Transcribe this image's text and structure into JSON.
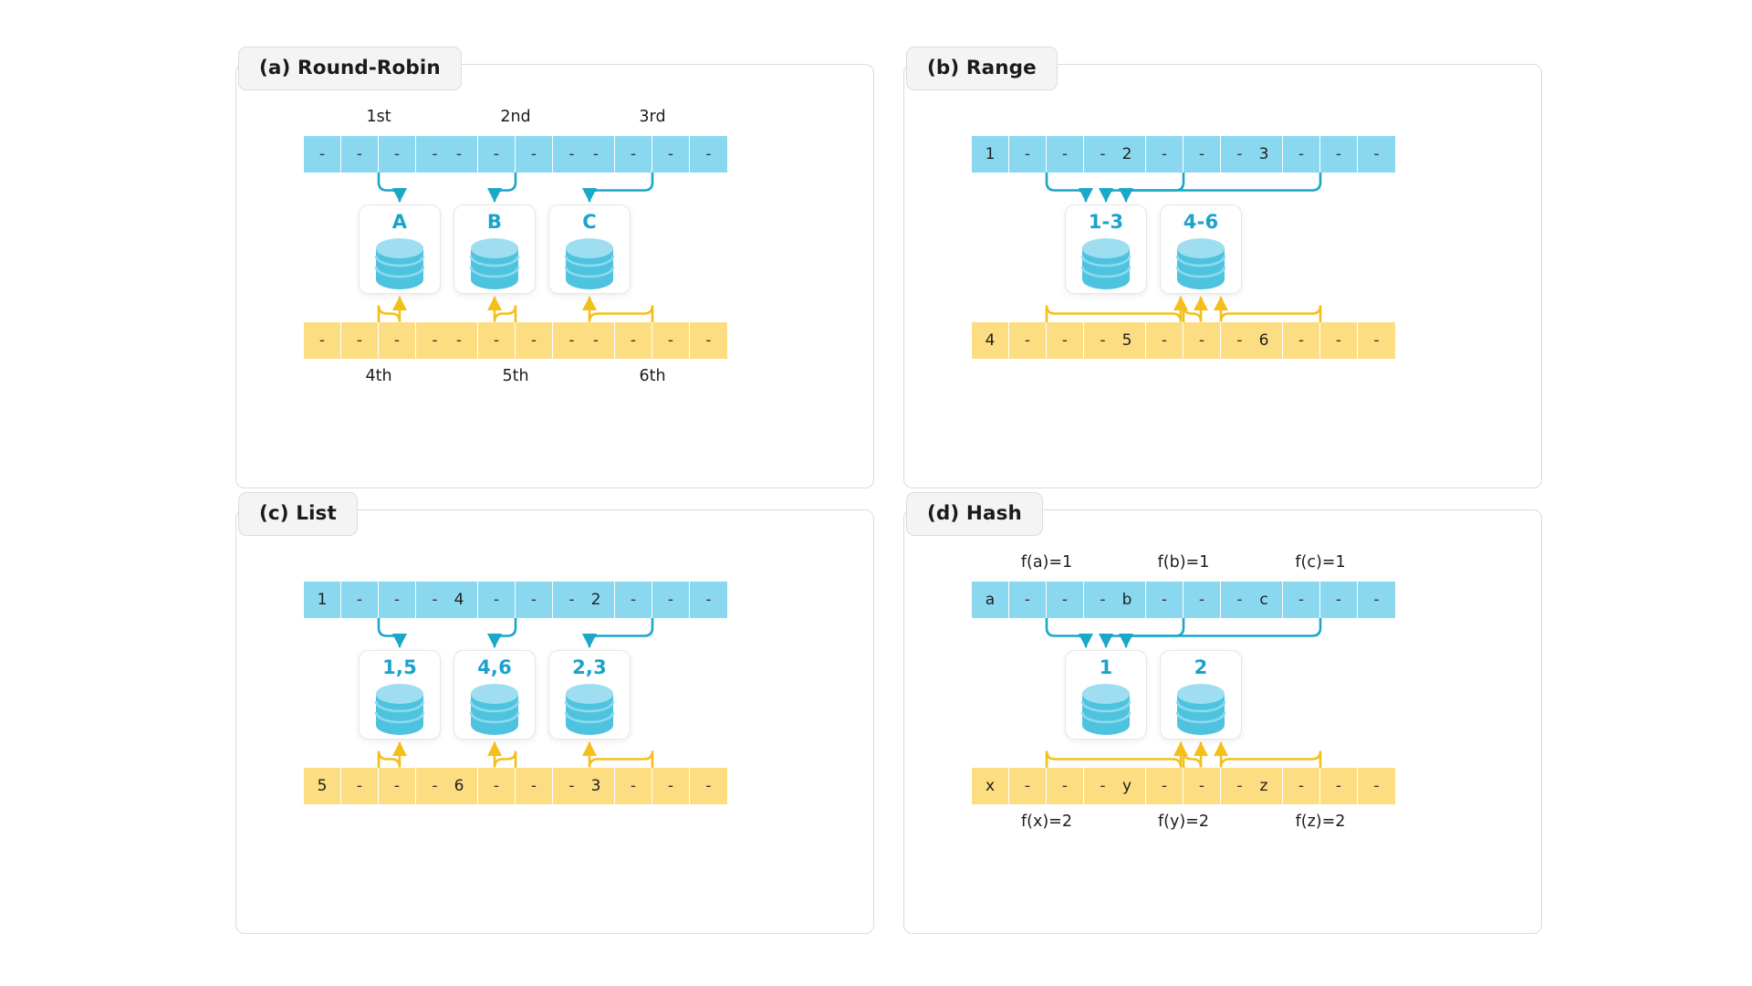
{
  "figure": {
    "background": "#ffffff",
    "colors": {
      "blue_cell": "#8ad8ef",
      "yellow_cell": "#fcdd82",
      "blue_arrow": "#1aa7c8",
      "yellow_arrow": "#f5bf1a",
      "node_label": "#1ba3cc",
      "panel_border": "#dcdcdc",
      "chip_background": "#f4f4f4"
    }
  },
  "panels": [
    {
      "id": "round-robin",
      "label": "(a) Round-Robin",
      "top_arrays": [
        {
          "caption": "1st",
          "cells": [
            "-",
            "-",
            "-",
            "-"
          ]
        },
        {
          "caption": "2nd",
          "cells": [
            "-",
            "-",
            "-",
            "-"
          ]
        },
        {
          "caption": "3rd",
          "cells": [
            "-",
            "-",
            "-",
            "-"
          ]
        }
      ],
      "nodes": [
        {
          "label": "A"
        },
        {
          "label": "B"
        },
        {
          "label": "C"
        }
      ],
      "bottom_arrays": [
        {
          "caption": "4th",
          "cells": [
            "-",
            "-",
            "-",
            "-"
          ]
        },
        {
          "caption": "5th",
          "cells": [
            "-",
            "-",
            "-",
            "-"
          ]
        },
        {
          "caption": "6th",
          "cells": [
            "-",
            "-",
            "-",
            "-"
          ]
        }
      ],
      "node_count": 3
    },
    {
      "id": "range",
      "label": "(b) Range",
      "top_arrays": [
        {
          "caption": "",
          "cells": [
            "1",
            "-",
            "-",
            "-"
          ]
        },
        {
          "caption": "",
          "cells": [
            "2",
            "-",
            "-",
            "-"
          ]
        },
        {
          "caption": "",
          "cells": [
            "3",
            "-",
            "-",
            "-"
          ]
        }
      ],
      "nodes": [
        {
          "label": "1-3"
        },
        {
          "label": "4-6"
        }
      ],
      "bottom_arrays": [
        {
          "caption": "",
          "cells": [
            "4",
            "-",
            "-",
            "-"
          ]
        },
        {
          "caption": "",
          "cells": [
            "5",
            "-",
            "-",
            "-"
          ]
        },
        {
          "caption": "",
          "cells": [
            "6",
            "-",
            "-",
            "-"
          ]
        }
      ],
      "node_count": 2
    },
    {
      "id": "list",
      "label": "(c) List",
      "top_arrays": [
        {
          "caption": "",
          "cells": [
            "1",
            "-",
            "-",
            "-"
          ]
        },
        {
          "caption": "",
          "cells": [
            "4",
            "-",
            "-",
            "-"
          ]
        },
        {
          "caption": "",
          "cells": [
            "2",
            "-",
            "-",
            "-"
          ]
        }
      ],
      "nodes": [
        {
          "label": "1,5"
        },
        {
          "label": "4,6"
        },
        {
          "label": "2,3"
        }
      ],
      "bottom_arrays": [
        {
          "caption": "",
          "cells": [
            "5",
            "-",
            "-",
            "-"
          ]
        },
        {
          "caption": "",
          "cells": [
            "6",
            "-",
            "-",
            "-"
          ]
        },
        {
          "caption": "",
          "cells": [
            "3",
            "-",
            "-",
            "-"
          ]
        }
      ],
      "node_count": 3
    },
    {
      "id": "hash",
      "label": "(d) Hash",
      "top_arrays": [
        {
          "caption": "f(a)=1",
          "cells": [
            "a",
            "-",
            "-",
            "-"
          ]
        },
        {
          "caption": "f(b)=1",
          "cells": [
            "b",
            "-",
            "-",
            "-"
          ]
        },
        {
          "caption": "f(c)=1",
          "cells": [
            "c",
            "-",
            "-",
            "-"
          ]
        }
      ],
      "nodes": [
        {
          "label": "1"
        },
        {
          "label": "2"
        }
      ],
      "bottom_arrays": [
        {
          "caption": "f(x)=2",
          "cells": [
            "x",
            "-",
            "-",
            "-"
          ]
        },
        {
          "caption": "f(y)=2",
          "cells": [
            "y",
            "-",
            "-",
            "-"
          ]
        },
        {
          "caption": "f(z)=2",
          "cells": [
            "z",
            "-",
            "-",
            "-"
          ]
        }
      ],
      "node_count": 2
    }
  ]
}
